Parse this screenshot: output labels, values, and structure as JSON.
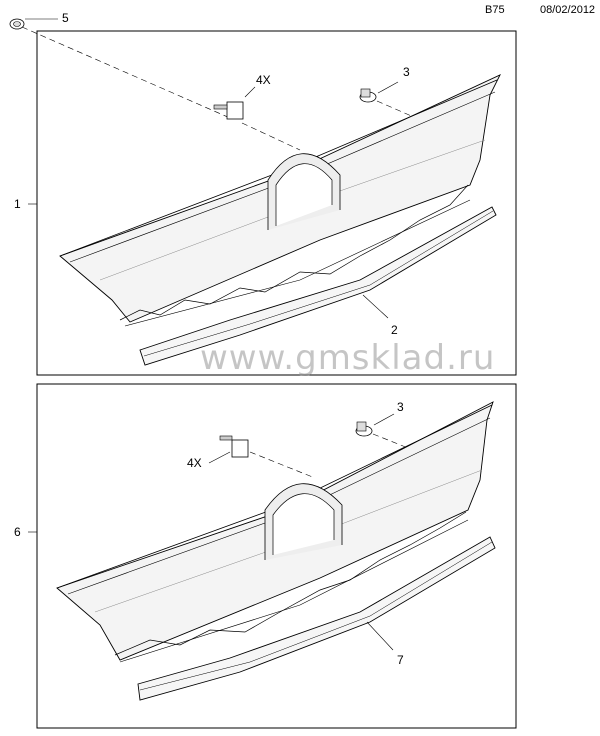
{
  "header": {
    "page_code": "B75",
    "date": "08/02/2012"
  },
  "panel_top": {
    "callouts": {
      "item5": "5",
      "item4x": "4X",
      "item3": "3",
      "item1": "1",
      "item2": "2"
    }
  },
  "panel_bottom": {
    "callouts": {
      "item3": "3",
      "item4x": "4X",
      "item6": "6",
      "item7": "7"
    }
  },
  "watermark": "www.gmsklad.ru"
}
